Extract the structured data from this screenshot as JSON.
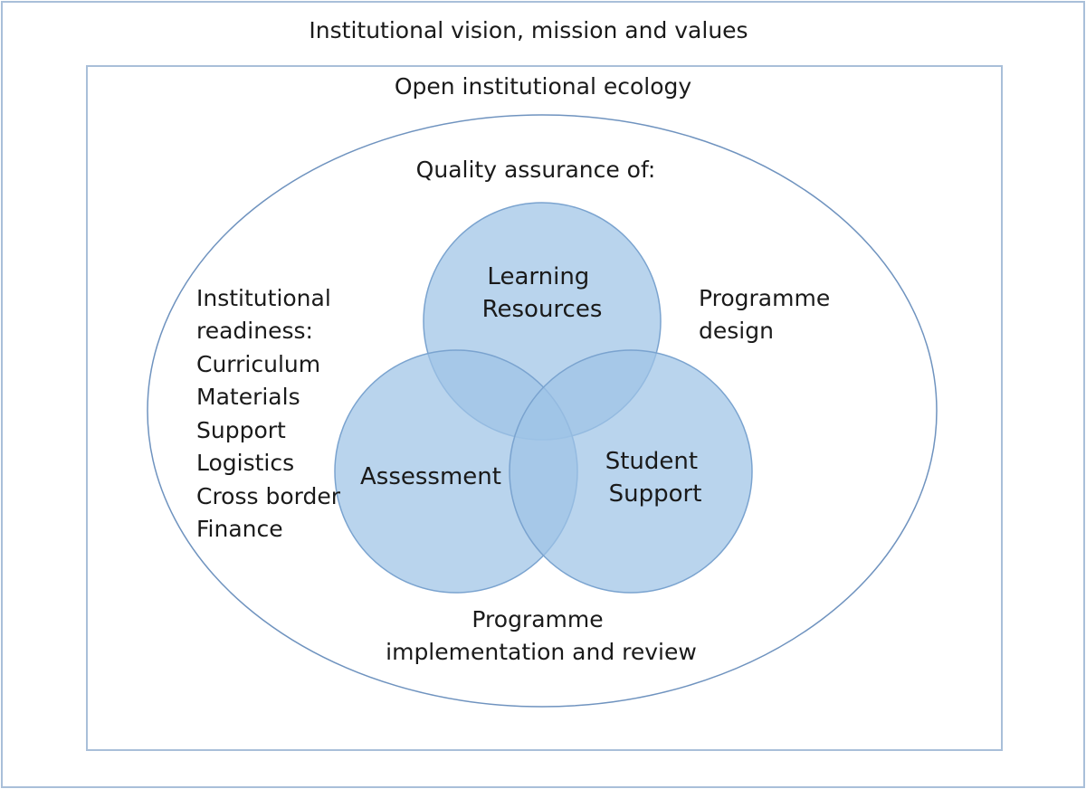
{
  "outer_frame": {
    "title": "Institutional vision, mission and values"
  },
  "inner_frame": {
    "title": "Open institutional ecology"
  },
  "ellipse": {
    "heading": "Quality assurance of:"
  },
  "readiness": {
    "heading_lines": [
      "Institutional",
      "readiness:"
    ],
    "items": [
      "Curriculum",
      "Materials",
      "Support",
      "Logistics",
      "Cross border",
      "Finance"
    ]
  },
  "programme_design": {
    "lines": [
      "Programme",
      "design"
    ]
  },
  "programme_implementation": {
    "lines": [
      "Programme",
      "implementation and review"
    ]
  },
  "circles": {
    "learning_resources": [
      "Learning",
      "Resources"
    ],
    "assessment": [
      "Assessment"
    ],
    "student_support": [
      "Student",
      "Support"
    ]
  },
  "colors": {
    "frame_border": "#a9bfd9",
    "ellipse_border": "#6f93bf",
    "circle_fill": "#9ec3e6",
    "circle_border": "#7aa3cf"
  }
}
